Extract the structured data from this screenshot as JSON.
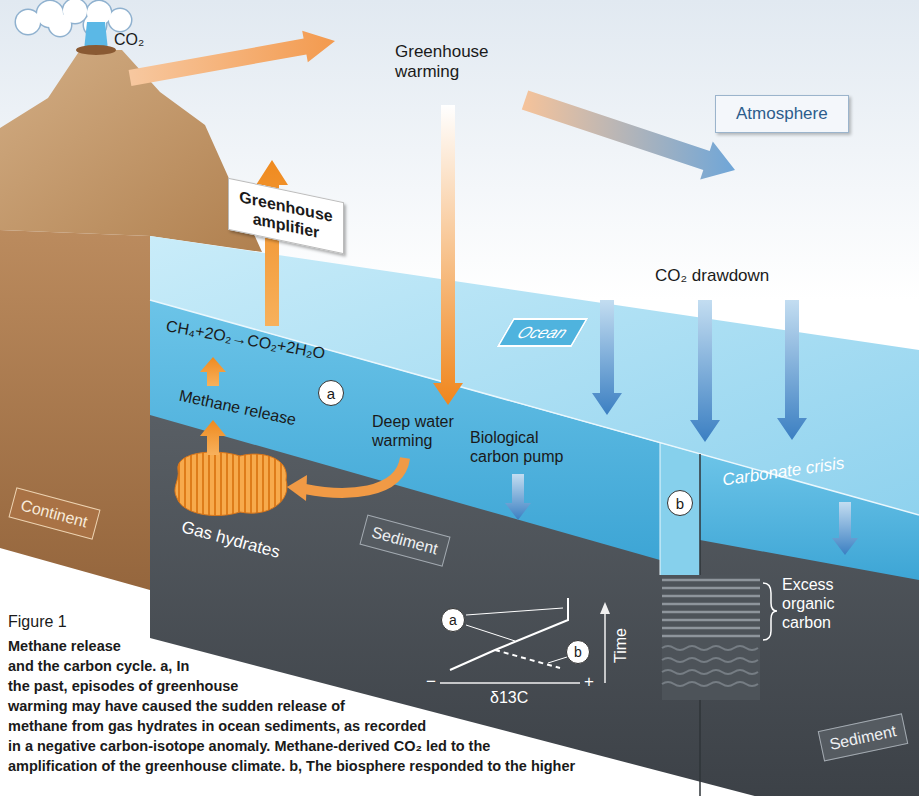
{
  "diagram": {
    "caption": "Methane release and the carbon cycle. a, In the past, episodes of greenhouse warming may have caused the sudden release of methane from gas hydrates in ocean sediments, as recorded in a negative carbon-isotope anomaly. Methane-derived CO₂ led to the amplification of the greenhouse climate. b, The biosphere responded to the higher",
    "nodes": [
      {
        "text": [
          "Atmosphere"
        ]
      },
      {
        "text": [
          "Greenhouse amplifier"
        ]
      },
      {
        "text": [
          "Ocean"
        ]
      },
      {
        "text": [
          "a"
        ]
      },
      {
        "text": [
          "Continent"
        ]
      },
      {
        "text": [
          "Sediment"
        ]
      },
      {
        "text": [
          "b"
        ]
      },
      {
        "text": [
          "a"
        ]
      },
      {
        "text": [
          "b"
        ]
      },
      {
        "text": [
          "Sediment"
        ]
      }
    ],
    "labels": [
      "CO₂",
      "Greenhouse warming",
      "CO₂ drawdown",
      "CH₄+2O₂→CO₂+2H₂O",
      "Methane release",
      "Deep water warming",
      "Biological carbon pump",
      "Carbonate crisis",
      "Gas hydrates",
      "Excess organic carbon",
      "−",
      "δ13C",
      "+",
      "Time",
      "Figure 1"
    ]
  }
}
